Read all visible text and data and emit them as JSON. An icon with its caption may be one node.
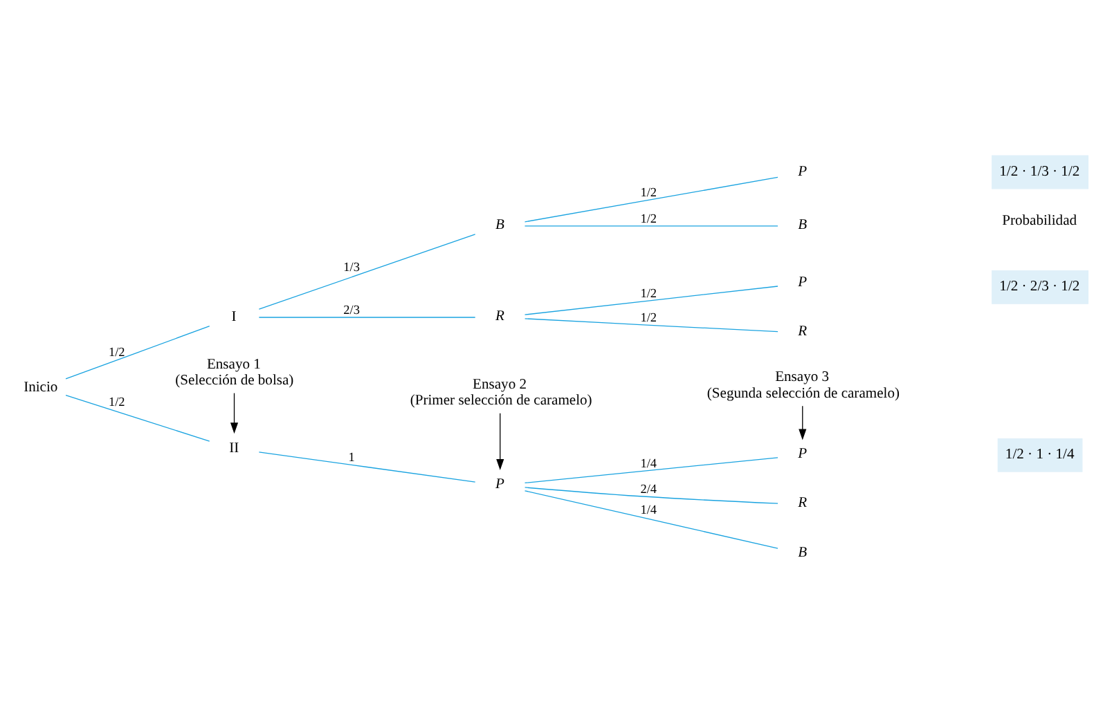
{
  "diagram": {
    "nodes": [
      {
        "text": [
          "Inicio"
        ]
      },
      {
        "text": [
          "I"
        ]
      },
      {
        "text": [
          "II"
        ]
      },
      {
        "text": [
          "R"
        ]
      },
      {
        "text": [
          "B"
        ]
      },
      {
        "text": [
          "P"
        ]
      },
      {
        "text": [
          "R"
        ]
      },
      {
        "text": [
          "P"
        ]
      },
      {
        "text": [
          "B"
        ]
      },
      {
        "text": [
          "P"
        ]
      },
      {
        "text": [
          "R"
        ]
      },
      {
        "text": [
          "B"
        ]
      },
      {
        "text": [
          "P"
        ]
      },
      {
        "text": [
          "1/2 · 2/3 · 1/2"
        ]
      },
      {
        "text": [
          "1/2 · 1/3 · 1/2"
        ]
      },
      {
        "text": [
          "1/2 · 1 · 1/4"
        ]
      },
      {
        "text": [
          "Ensayo 1 (Selección de bolsa)"
        ]
      },
      {
        "text": [
          "Ensayo 2 (Primer selección de caramelo)"
        ]
      },
      {
        "text": [
          "Ensayo 3 (Segunda selección de caramelo)"
        ]
      }
    ],
    "edges": [
      {
        "from": 0,
        "to": 1,
        "arrow": "none",
        "label": "1/2"
      },
      {
        "from": 0,
        "to": 2,
        "arrow": "none",
        "label": "1/2"
      },
      {
        "from": 1,
        "to": 3,
        "arrow": "none",
        "label": "2/3"
      },
      {
        "from": 1,
        "to": 4,
        "arrow": "none",
        "label": "1/3"
      },
      {
        "from": 2,
        "to": 5,
        "arrow": "none",
        "label": "1"
      },
      {
        "from": 3,
        "to": 6,
        "arrow": "none",
        "label": "1/2"
      },
      {
        "from": 3,
        "to": 7,
        "arrow": "none",
        "label": "1/2"
      },
      {
        "from": 4,
        "to": 8,
        "arrow": "none",
        "label": "1/2"
      },
      {
        "from": 4,
        "to": 9,
        "arrow": "none",
        "label": "1/2"
      },
      {
        "from": 5,
        "to": 10,
        "arrow": "none",
        "label": "2/4"
      },
      {
        "from": 5,
        "to": 11,
        "arrow": "none",
        "label": "1/4"
      },
      {
        "from": 5,
        "to": 12,
        "arrow": "none",
        "label": "1/4"
      },
      {
        "from": 16,
        "to": 2,
        "arrow": "to",
        "color": "#000000"
      },
      {
        "from": 17,
        "to": 5,
        "arrow": "to",
        "color": "#000000"
      },
      {
        "from": 18,
        "to": 12,
        "arrow": "to",
        "color": "#000000"
      }
    ],
    "labels": [
      "Probabilidad"
    ]
  }
}
